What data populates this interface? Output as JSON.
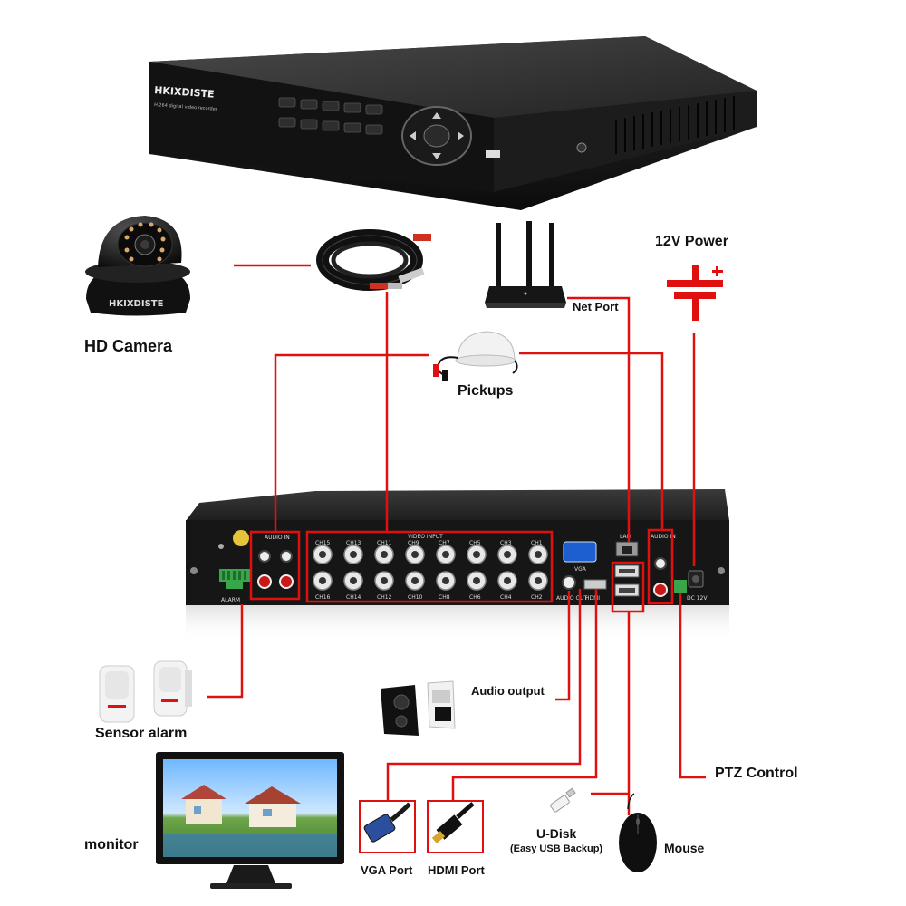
{
  "dvr_brand": "HKIXDISTE",
  "dvr_subtitle": "H.264 digital video recorder",
  "camera_brand": "HKIXDISTE",
  "labels": {
    "power": "12V Power",
    "net_port": "Net Port",
    "hd_camera": "HD Camera",
    "pickups": "Pickups",
    "audio_output": "Audio output",
    "sensor_alarm": "Sensor alarm",
    "ptz_control": "PTZ Control",
    "monitor": "monitor",
    "u_disk": "U-Disk",
    "u_disk_note": "(Easy USB Backup)",
    "mouse": "Mouse",
    "vga_port": "VGA Port",
    "hdmi_port": "HDMI Port"
  },
  "rear_panel": {
    "audio_in_left": "AUDIO IN",
    "audio_in_right": "AUDIO IN",
    "video_input": "VIDEO INPUT",
    "channels_top": [
      "CH15",
      "CH13",
      "CH11",
      "CH9",
      "CH7",
      "CH5",
      "CH3",
      "CH1"
    ],
    "channels_bottom": [
      "CH16",
      "CH14",
      "CH12",
      "CH10",
      "CH8",
      "CH6",
      "CH4",
      "CH2"
    ],
    "alarm": "ALARM",
    "vga": "VGA",
    "lan": "LAN",
    "audio_out": "AUDIO OUT",
    "hdmi": "HDMI",
    "dc": "DC 12V"
  },
  "colors": {
    "connector": "#e01010",
    "device": "#1a1a1a"
  }
}
